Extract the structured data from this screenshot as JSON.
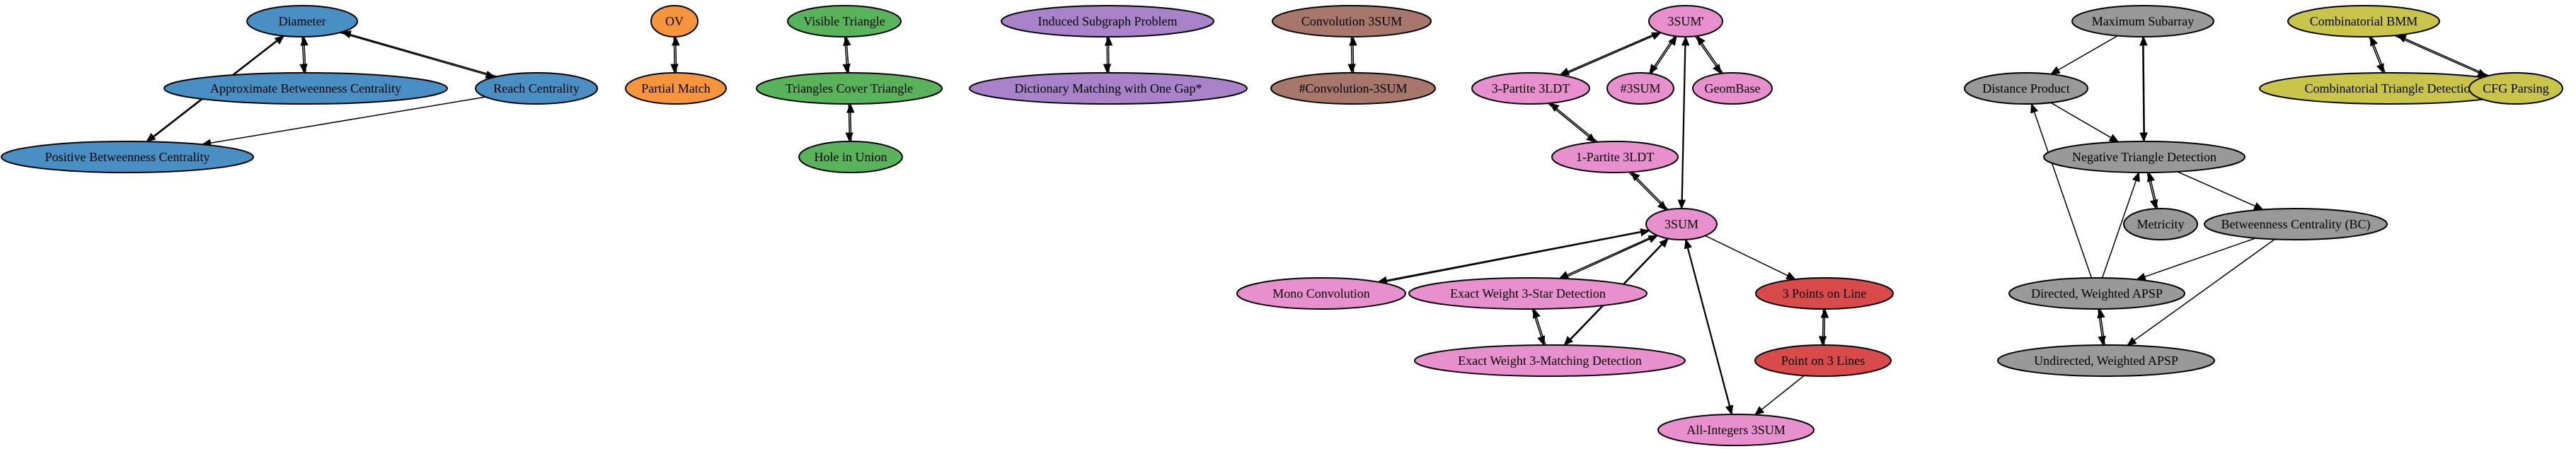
{
  "colors": {
    "blue": "#4a8fc4",
    "orange": "#f7953d",
    "green": "#59b35a",
    "purple": "#a983c9",
    "brown": "#a8776c",
    "pink": "#e88fce",
    "red": "#d94a4a",
    "gray": "#999999",
    "olive": "#c9c44a"
  },
  "nodes": [
    {
      "id": "diameter",
      "label": "Diameter",
      "color": "blue"
    },
    {
      "id": "apx_bc",
      "label": "Approximate Betweenness Centrality",
      "color": "blue"
    },
    {
      "id": "reach",
      "label": "Reach Centrality",
      "color": "blue"
    },
    {
      "id": "pos_bc",
      "label": "Positive Betweenness Centrality",
      "color": "blue"
    },
    {
      "id": "ov",
      "label": "OV",
      "color": "orange"
    },
    {
      "id": "partial",
      "label": "Partial Match",
      "color": "orange"
    },
    {
      "id": "vis_tri",
      "label": "Visible Triangle",
      "color": "green"
    },
    {
      "id": "tri_cover",
      "label": "Triangles Cover Triangle",
      "color": "green"
    },
    {
      "id": "hole",
      "label": "Hole in Union",
      "color": "green"
    },
    {
      "id": "induced",
      "label": "Induced Subgraph Problem",
      "color": "purple"
    },
    {
      "id": "dictmatch",
      "label": "Dictionary Matching with One Gap*",
      "color": "purple"
    },
    {
      "id": "conv3sum",
      "label": "Convolution 3SUM",
      "color": "brown"
    },
    {
      "id": "nconv3sum",
      "label": "#Convolution-3SUM",
      "color": "brown"
    },
    {
      "id": "sum3p",
      "label": "3SUM'",
      "color": "pink"
    },
    {
      "id": "p3ldt3",
      "label": "3-Partite 3LDT",
      "color": "pink"
    },
    {
      "id": "n3sum",
      "label": "#3SUM",
      "color": "pink"
    },
    {
      "id": "geombase",
      "label": "GeomBase",
      "color": "pink"
    },
    {
      "id": "p3ldt1",
      "label": "1-Partite 3LDT",
      "color": "pink"
    },
    {
      "id": "sum3",
      "label": "3SUM",
      "color": "pink"
    },
    {
      "id": "monoconv",
      "label": "Mono Convolution",
      "color": "pink"
    },
    {
      "id": "star3",
      "label": "Exact Weight 3-Star Detection",
      "color": "pink"
    },
    {
      "id": "match3",
      "label": "Exact Weight 3-Matching Detection",
      "color": "pink"
    },
    {
      "id": "allint",
      "label": "All-Integers 3SUM",
      "color": "pink"
    },
    {
      "id": "pt3line",
      "label": "3 Points on Line",
      "color": "red"
    },
    {
      "id": "pton3",
      "label": "Point on 3 Lines",
      "color": "red"
    },
    {
      "id": "maxsub",
      "label": "Maximum Subarray",
      "color": "gray"
    },
    {
      "id": "distprod",
      "label": "Distance Product",
      "color": "gray"
    },
    {
      "id": "negtri",
      "label": "Negative Triangle Detection",
      "color": "gray"
    },
    {
      "id": "metricity",
      "label": "Metricity",
      "color": "gray"
    },
    {
      "id": "bc",
      "label": "Betweenness Centrality (BC)",
      "color": "gray"
    },
    {
      "id": "dapsp",
      "label": "Directed, Weighted APSP",
      "color": "gray"
    },
    {
      "id": "uapsp",
      "label": "Undirected, Weighted APSP",
      "color": "gray"
    },
    {
      "id": "cbmm",
      "label": "Combinatorial BMM",
      "color": "olive"
    },
    {
      "id": "ctd",
      "label": "Combinatorial Triangle Detection",
      "color": "olive"
    },
    {
      "id": "cfg",
      "label": "CFG Parsing",
      "color": "olive"
    }
  ],
  "edges": [
    {
      "from": "diameter",
      "to": "apx_bc"
    },
    {
      "from": "apx_bc",
      "to": "diameter"
    },
    {
      "from": "diameter",
      "to": "reach"
    },
    {
      "from": "reach",
      "to": "diameter"
    },
    {
      "from": "diameter",
      "to": "pos_bc"
    },
    {
      "from": "pos_bc",
      "to": "diameter"
    },
    {
      "from": "reach",
      "to": "pos_bc"
    },
    {
      "from": "ov",
      "to": "partial"
    },
    {
      "from": "partial",
      "to": "ov"
    },
    {
      "from": "vis_tri",
      "to": "tri_cover"
    },
    {
      "from": "tri_cover",
      "to": "vis_tri"
    },
    {
      "from": "tri_cover",
      "to": "hole"
    },
    {
      "from": "hole",
      "to": "tri_cover"
    },
    {
      "from": "induced",
      "to": "dictmatch"
    },
    {
      "from": "dictmatch",
      "to": "induced"
    },
    {
      "from": "conv3sum",
      "to": "nconv3sum"
    },
    {
      "from": "nconv3sum",
      "to": "conv3sum"
    },
    {
      "from": "sum3p",
      "to": "p3ldt3"
    },
    {
      "from": "p3ldt3",
      "to": "sum3p"
    },
    {
      "from": "sum3p",
      "to": "n3sum"
    },
    {
      "from": "n3sum",
      "to": "sum3p"
    },
    {
      "from": "sum3p",
      "to": "geombase"
    },
    {
      "from": "geombase",
      "to": "sum3p"
    },
    {
      "from": "sum3p",
      "to": "sum3"
    },
    {
      "from": "sum3",
      "to": "sum3p"
    },
    {
      "from": "p3ldt3",
      "to": "p3ldt1"
    },
    {
      "from": "p3ldt1",
      "to": "p3ldt3"
    },
    {
      "from": "p3ldt1",
      "to": "sum3"
    },
    {
      "from": "sum3",
      "to": "p3ldt1"
    },
    {
      "from": "sum3",
      "to": "monoconv"
    },
    {
      "from": "monoconv",
      "to": "sum3"
    },
    {
      "from": "sum3",
      "to": "star3"
    },
    {
      "from": "star3",
      "to": "sum3"
    },
    {
      "from": "star3",
      "to": "match3"
    },
    {
      "from": "match3",
      "to": "star3"
    },
    {
      "from": "sum3",
      "to": "match3"
    },
    {
      "from": "match3",
      "to": "sum3"
    },
    {
      "from": "sum3",
      "to": "allint"
    },
    {
      "from": "allint",
      "to": "sum3"
    },
    {
      "from": "sum3",
      "to": "pt3line"
    },
    {
      "from": "pt3line",
      "to": "pton3"
    },
    {
      "from": "pton3",
      "to": "pt3line"
    },
    {
      "from": "pton3",
      "to": "allint"
    },
    {
      "from": "maxsub",
      "to": "distprod"
    },
    {
      "from": "maxsub",
      "to": "negtri"
    },
    {
      "from": "negtri",
      "to": "maxsub"
    },
    {
      "from": "distprod",
      "to": "negtri"
    },
    {
      "from": "negtri",
      "to": "metricity"
    },
    {
      "from": "metricity",
      "to": "negtri"
    },
    {
      "from": "negtri",
      "to": "bc"
    },
    {
      "from": "bc",
      "to": "dapsp"
    },
    {
      "from": "bc",
      "to": "uapsp"
    },
    {
      "from": "dapsp",
      "to": "distprod"
    },
    {
      "from": "dapsp",
      "to": "negtri"
    },
    {
      "from": "dapsp",
      "to": "uapsp"
    },
    {
      "from": "uapsp",
      "to": "dapsp"
    },
    {
      "from": "cbmm",
      "to": "ctd"
    },
    {
      "from": "ctd",
      "to": "cbmm"
    },
    {
      "from": "cbmm",
      "to": "cfg"
    },
    {
      "from": "cfg",
      "to": "cbmm"
    }
  ]
}
